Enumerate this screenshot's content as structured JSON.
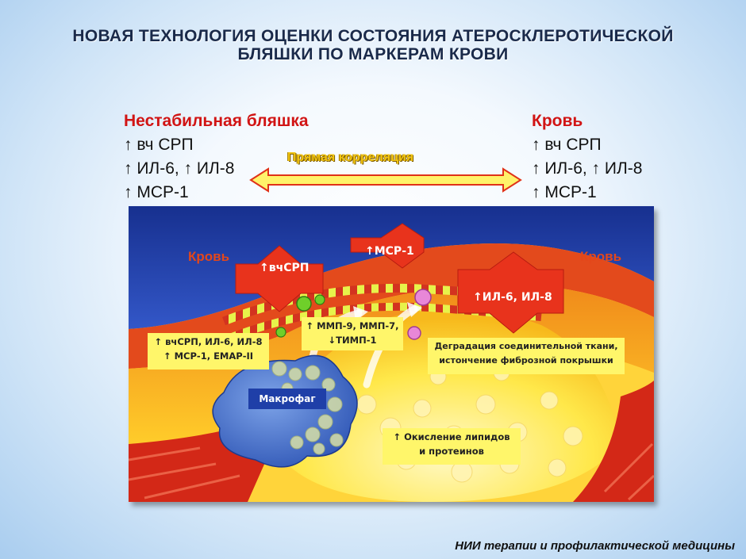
{
  "title": {
    "line1": "НОВАЯ  ТЕХНОЛОГИЯ  ОЦЕНКИ  СОСТОЯНИЯ АТЕРОСКЛЕРОТИЧЕСКОЙ",
    "line2": "БЛЯШКИ  ПО  МАРКЕРАМ   КРОВИ"
  },
  "left_block": {
    "header": "Нестабильная бляшка",
    "items": [
      "↑ вч СРП",
      "↑ ИЛ-6, ↑ ИЛ-8",
      "↑ МСР-1"
    ]
  },
  "right_block": {
    "header": "Кровь",
    "items": [
      "↑ вч СРП",
      "↑ ИЛ-6, ↑ ИЛ-8",
      "↑ МСР-1"
    ]
  },
  "correlation_label": "Прямая корреляция",
  "diagram": {
    "blood_left": "Кровь",
    "blood_right": "Кровь",
    "arrow_crp": "↑вчСРП",
    "arrow_mcp": "↑МСР-1",
    "arrow_il": "↑ИЛ-6, ИЛ-8",
    "box_left": [
      "↑ вчСРП, ИЛ-6, ИЛ-8",
      "↑ МСР-1, ЕМАР-II"
    ],
    "box_mmp": [
      "↑ ММП-9, ММП-7,",
      "↓ТИМП-1"
    ],
    "box_degradation": [
      "Деградация соединительной ткани,",
      "истончение фиброзной покрышки"
    ],
    "box_oxidation": [
      "↑ Окисление липидов",
      "и протеинов"
    ],
    "macrophage": "Макрофаг"
  },
  "footer": "НИИ терапии и профилактической медицины",
  "colors": {
    "title": "#1a2a4a",
    "header_red": "#d11414",
    "blood_blue": "#1f3fa8",
    "arrow_red": "#e8331c",
    "box_yellow": "#fff66a"
  }
}
